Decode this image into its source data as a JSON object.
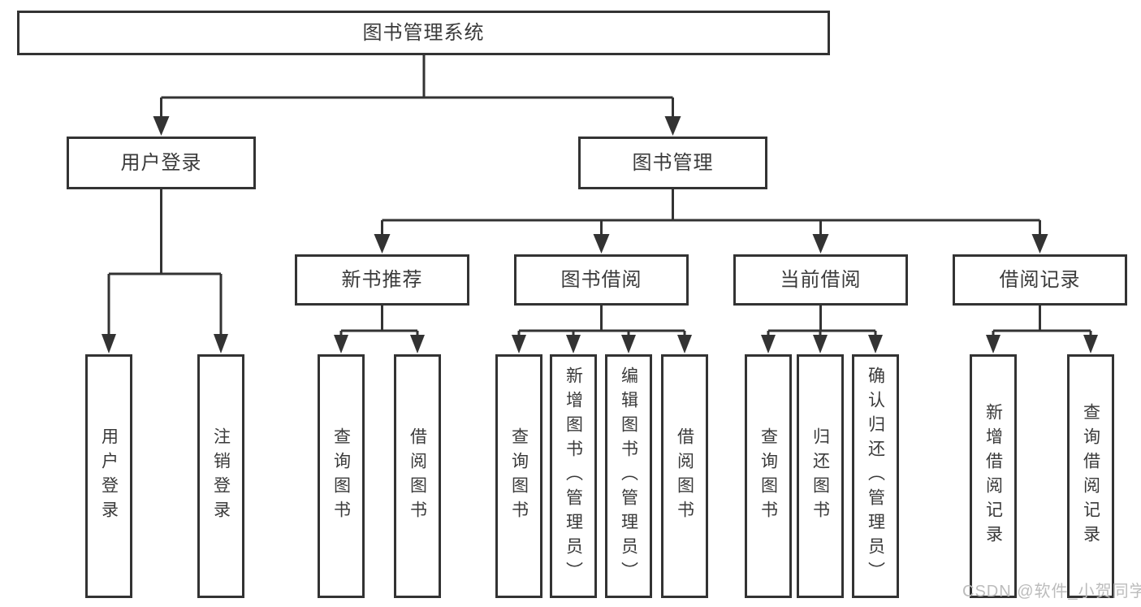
{
  "colors": {
    "line": "#333333",
    "fill": "#ffffff",
    "text": "#3a3a3a",
    "watermark": "#bcbcbc"
  },
  "watermark": "CSDN @软件_小贺同学",
  "tree": {
    "root": "图书管理系统",
    "user_login": {
      "label": "用户登录",
      "children": [
        "用户登录",
        "注销登录"
      ]
    },
    "book_mgmt": {
      "label": "图书管理",
      "sections": [
        {
          "label": "新书推荐",
          "children": [
            "查询图书",
            "借阅图书"
          ]
        },
        {
          "label": "图书借阅",
          "children": [
            "查询图书",
            "新增图书（管理员）",
            "编辑图书（管理员）",
            "借阅图书"
          ]
        },
        {
          "label": "当前借阅",
          "children": [
            "查询图书",
            "归还图书",
            "确认归还（管理员）"
          ]
        },
        {
          "label": "借阅记录",
          "children": [
            "新增借阅记录",
            "查询借阅记录"
          ]
        }
      ]
    }
  }
}
